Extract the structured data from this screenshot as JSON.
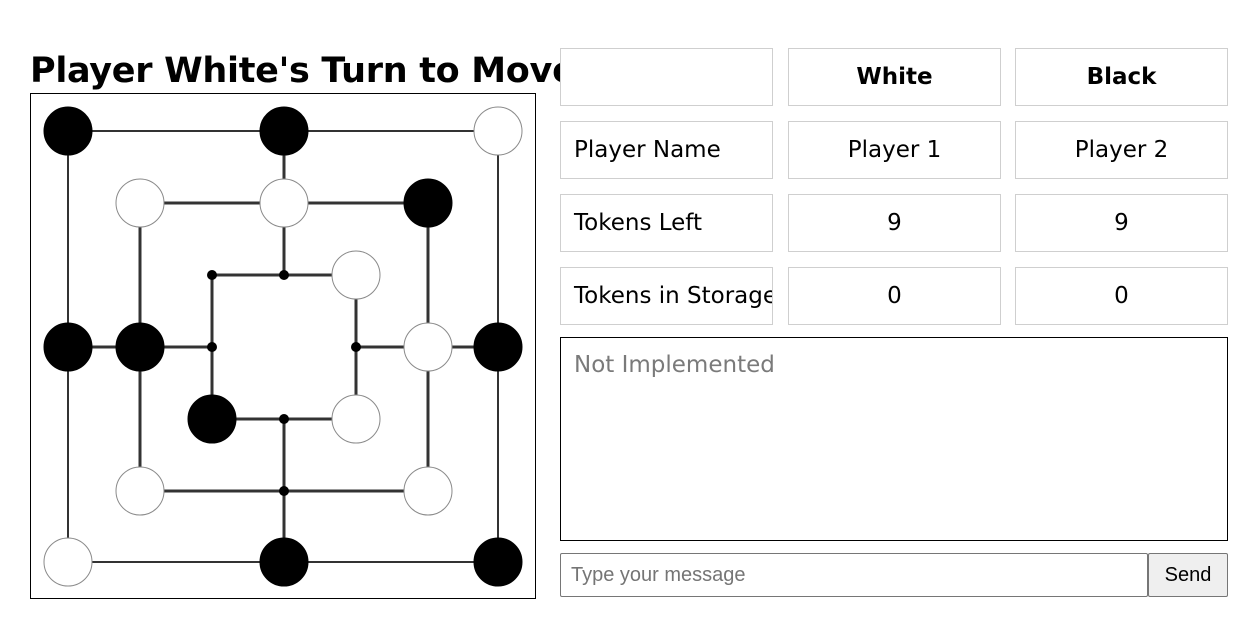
{
  "status": {
    "turn_message": "Player White's Turn to Move"
  },
  "board": {
    "points": [
      {
        "id": "a1",
        "state": "black"
      },
      {
        "id": "a4",
        "state": "black"
      },
      {
        "id": "a7",
        "state": "white"
      },
      {
        "id": "b2",
        "state": "white"
      },
      {
        "id": "b4",
        "state": "black"
      },
      {
        "id": "b6",
        "state": "white"
      },
      {
        "id": "c3",
        "state": "empty"
      },
      {
        "id": "c4",
        "state": "empty"
      },
      {
        "id": "c5",
        "state": "black"
      },
      {
        "id": "d1",
        "state": "black"
      },
      {
        "id": "d2",
        "state": "white"
      },
      {
        "id": "d3",
        "state": "empty"
      },
      {
        "id": "d5",
        "state": "empty"
      },
      {
        "id": "d6",
        "state": "empty"
      },
      {
        "id": "d7",
        "state": "black"
      },
      {
        "id": "e3",
        "state": "white"
      },
      {
        "id": "e4",
        "state": "empty"
      },
      {
        "id": "e5",
        "state": "white"
      },
      {
        "id": "f2",
        "state": "black"
      },
      {
        "id": "f4",
        "state": "white"
      },
      {
        "id": "f6",
        "state": "white"
      },
      {
        "id": "g1",
        "state": "white"
      },
      {
        "id": "g4",
        "state": "black"
      },
      {
        "id": "g7",
        "state": "black"
      }
    ],
    "colors": {
      "black": "#000000",
      "white": "#ffffff",
      "line": "#333333"
    }
  },
  "stats": {
    "header": {
      "blank": "",
      "white": "White",
      "black": "Black"
    },
    "rows": [
      {
        "label": "Player Name",
        "white": "Player 1",
        "black": "Player 2"
      },
      {
        "label": "Tokens Left",
        "white": "9",
        "black": "9"
      },
      {
        "label": "Tokens in Storage",
        "white": "0",
        "black": "0"
      }
    ]
  },
  "chat": {
    "log_placeholder": "Not Implemented",
    "input_placeholder": "Type your message",
    "send_label": "Send"
  }
}
